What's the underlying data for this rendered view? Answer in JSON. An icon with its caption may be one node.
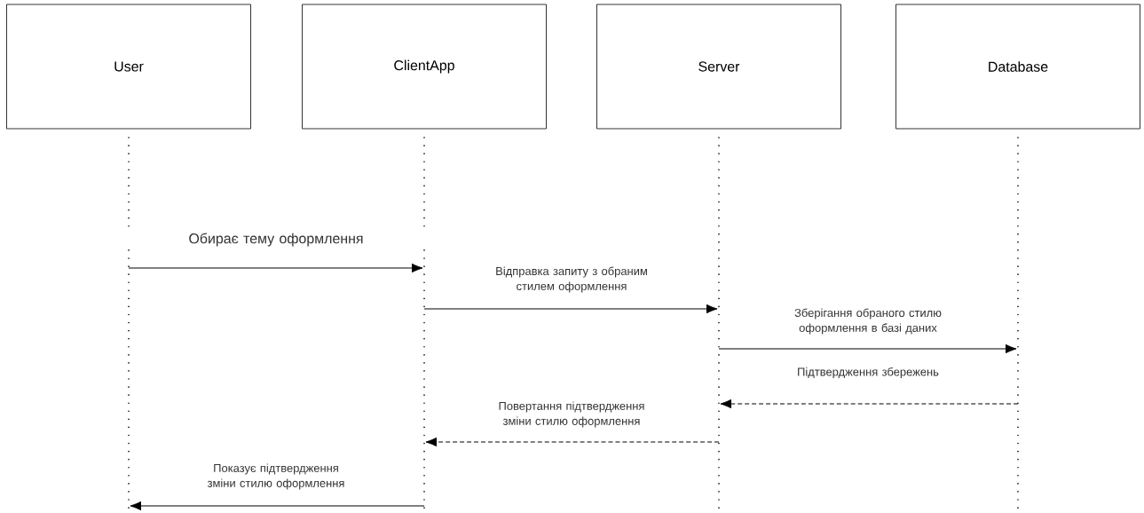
{
  "diagram": {
    "nodes": [
      {
        "text": [
          "User"
        ]
      },
      {
        "text": [
          "ClientApp"
        ]
      },
      {
        "text": [
          "Server"
        ]
      },
      {
        "text": [
          "Database"
        ]
      },
      {
        "text": [],
        "shape": "line"
      },
      {
        "text": [],
        "shape": "line"
      },
      {
        "text": [],
        "shape": "line"
      },
      {
        "text": [],
        "shape": "line"
      }
    ],
    "edges": [
      {
        "from": 4,
        "to": 5,
        "arrow": "to",
        "label": "Обирає тему оформлення"
      },
      {
        "from": 5,
        "to": 6,
        "arrow": "to",
        "label": "Відправка запиту з обраним стилем оформлення"
      },
      {
        "from": 6,
        "to": 7,
        "arrow": "to",
        "label": "Зберігання обраного стилю оформлення в базі даних"
      },
      {
        "from": 7,
        "to": 6,
        "arrow": "to",
        "label": "Підтвердження збережень",
        "style": "dashed"
      },
      {
        "from": 6,
        "to": 5,
        "arrow": "to",
        "label": "Повертання підтвердження зміни стилю оформлення",
        "style": "dashed"
      },
      {
        "from": 5,
        "to": 4,
        "arrow": "to",
        "label": "Показує підтвердження зміни стилю оформлення"
      }
    ]
  }
}
